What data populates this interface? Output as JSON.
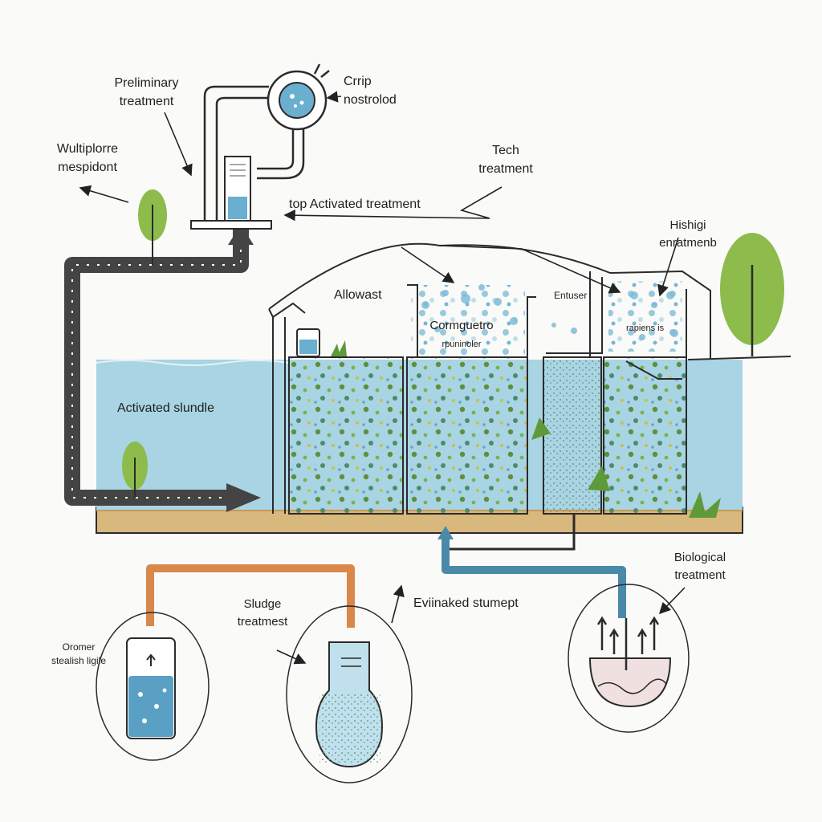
{
  "labels": {
    "preliminary_line1": "Preliminary",
    "preliminary_line2": "treatment",
    "crrip_line1": "Crrip",
    "crrip_line2": "nostrolod",
    "multiplorre_line1": "Wultiplorre",
    "multiplorre_line2": "mespidont",
    "tech_line1": "Tech",
    "tech_line2": "treatment",
    "top_activated": "top Activated treatment",
    "hishigi_line1": "Hishigi",
    "hishigi_line2": "enratmenb",
    "allowast": "Allowast",
    "cormguetro_line1": "Cormguetro",
    "cormguetro_line2": "rpuninoler",
    "entuser": "Entuser",
    "rapiens": "rapiens is",
    "activated_slundle": "Activated slundle",
    "biological_line1": "Biological",
    "biological_line2": "treatment",
    "sludge_line1": "Sludge",
    "sludge_line2": "treatmest",
    "eviinaked": "Eviinaked stumept",
    "oromer_line1": "Oromer",
    "oromer_line2": "stealish ligile"
  },
  "colors": {
    "water": "#a9d4e3",
    "ground": "#d9b87e",
    "pipe_dark": "#4a4a4a",
    "pipe_orange": "#d9884a",
    "pipe_blue": "#4a8aa8",
    "tree": "#8dbb4c",
    "outline": "#2b2b2b"
  },
  "icons": [
    "pump-icon",
    "tree-icon",
    "bubble-icon",
    "plant-icon",
    "arrow-icon"
  ]
}
